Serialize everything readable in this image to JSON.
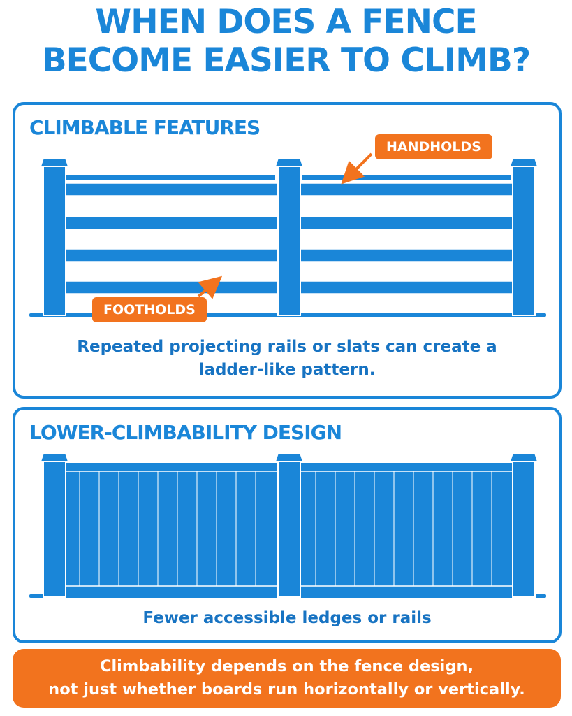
{
  "title": {
    "line1": "When does a fence",
    "line2": "become easier to climb?"
  },
  "climbable": {
    "heading": "CLIMBABLE FEATURES",
    "callouts": {
      "handholds": "HANDHOLDS",
      "footholds": "FOOTHOLDS"
    },
    "caption_line1": "Repeated projecting rails or slats can create a",
    "caption_line2": "ladder-like pattern."
  },
  "lower": {
    "heading": "LOWER-CLIMBABILITY DESIGN",
    "caption": "Fewer accessible ledges or rails"
  },
  "banner": {
    "line1": "Climbability depends on the fence design,",
    "line2": "not just whether boards run horizontally or vertically."
  },
  "colors": {
    "fence_blue": "#1a86d8",
    "accent_orange": "#f2731e",
    "text_blue": "#1773c2"
  }
}
